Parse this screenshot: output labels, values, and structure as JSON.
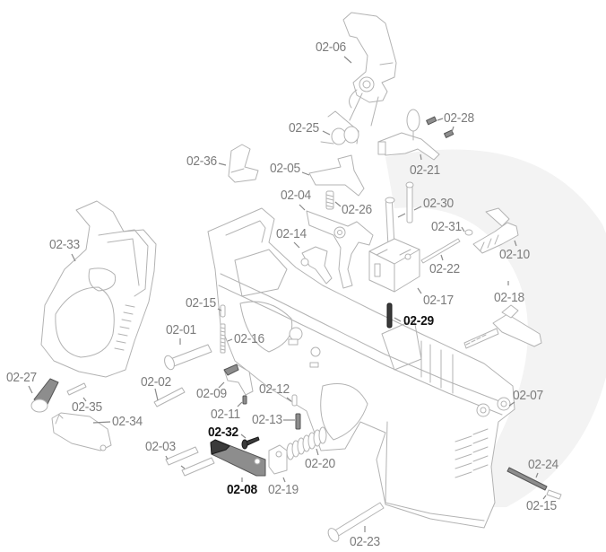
{
  "diagram": {
    "labels": [
      "02-06",
      "02-25",
      "02-28",
      "02-21",
      "02-36",
      "02-05",
      "02-04",
      "02-26",
      "02-30",
      "02-31",
      "02-14",
      "02-10",
      "02-22",
      "02-33",
      "02-17",
      "02-18",
      "02-29",
      "02-15",
      "02-16",
      "02-01",
      "02-27",
      "02-02",
      "02-09",
      "02-12",
      "02-07",
      "02-35",
      "02-11",
      "02-13",
      "02-34",
      "02-32",
      "02-03",
      "02-20",
      "02-24",
      "02-08",
      "02-19",
      "02-15",
      "02-23"
    ],
    "highlighted": [
      "02-29",
      "02-32",
      "02-08"
    ]
  },
  "colors": {
    "label": "#7d7d7d",
    "highlight": "#111111",
    "line": "#b3b3b3",
    "watermark": "#f3f3f3"
  }
}
